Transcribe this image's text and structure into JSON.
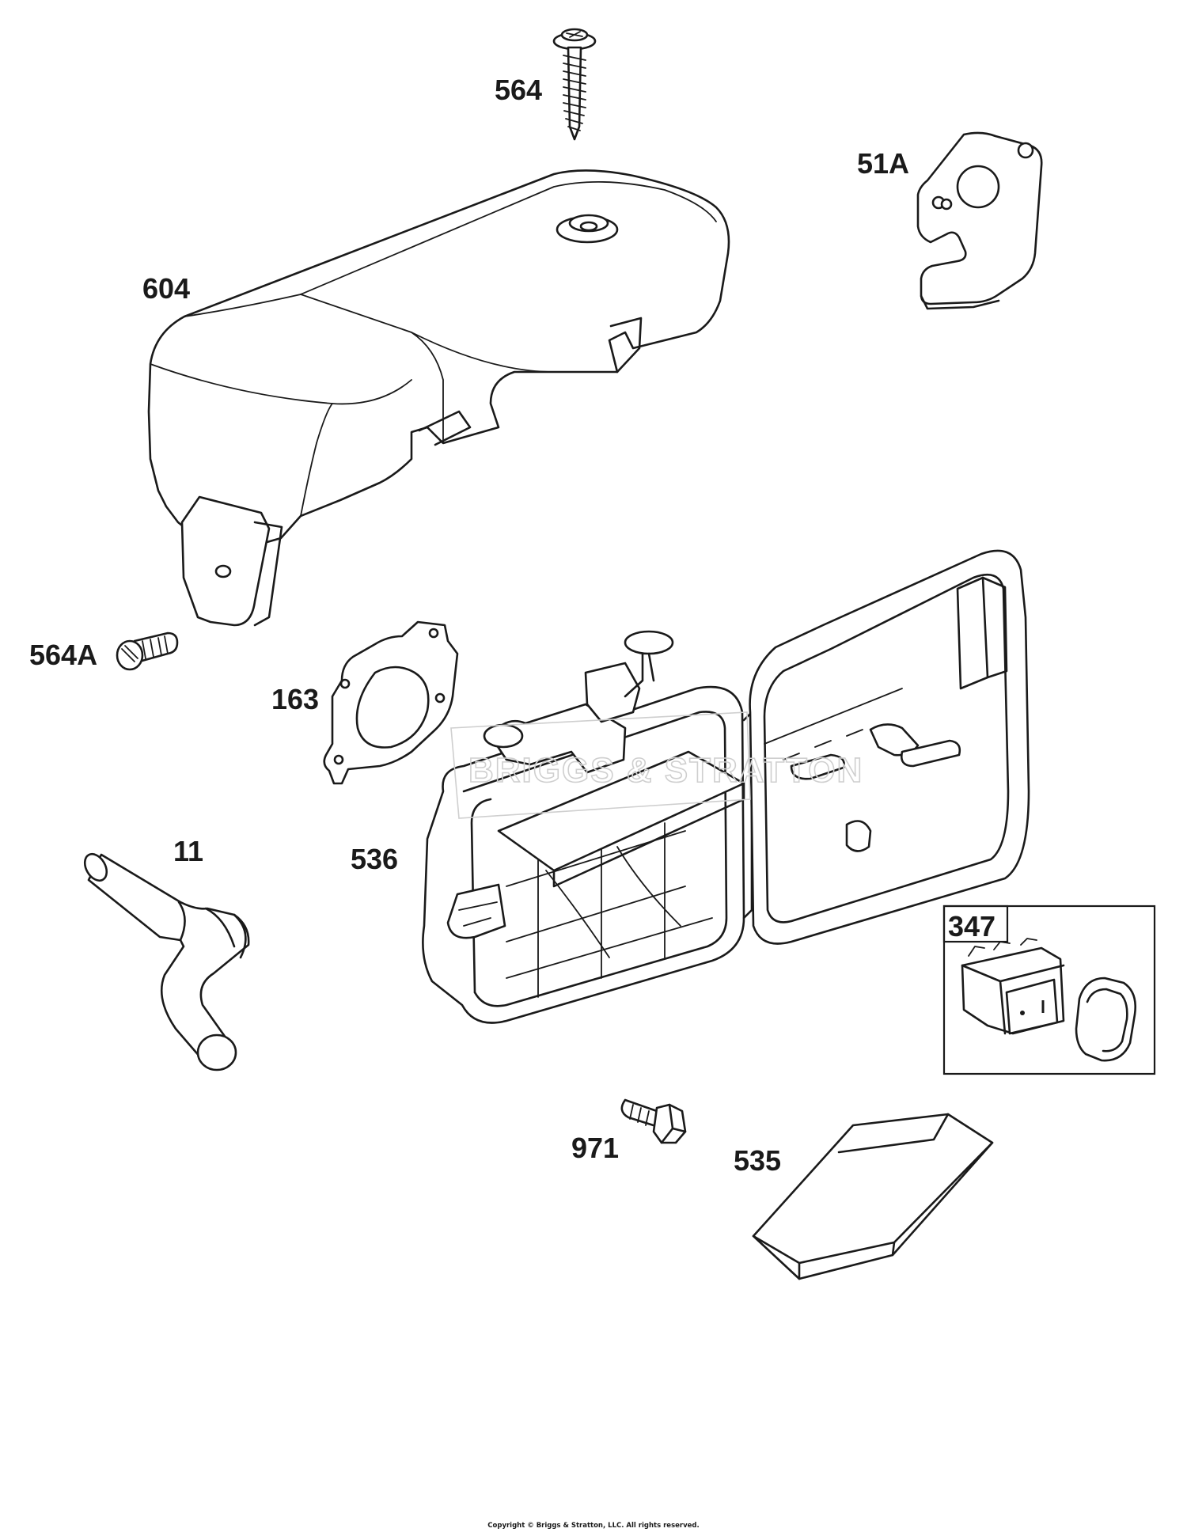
{
  "parts": [
    {
      "id": "564",
      "label": "564"
    },
    {
      "id": "51A",
      "label": "51A"
    },
    {
      "id": "604",
      "label": "604"
    },
    {
      "id": "564A",
      "label": "564A"
    },
    {
      "id": "163",
      "label": "163"
    },
    {
      "id": "11",
      "label": "11"
    },
    {
      "id": "536",
      "label": "536"
    },
    {
      "id": "347",
      "label": "347"
    },
    {
      "id": "971",
      "label": "971"
    },
    {
      "id": "535",
      "label": "535"
    }
  ],
  "watermark": {
    "text": "BRIGGS & STRATTON"
  },
  "copyright": "Copyright © Briggs & Stratton, LLC. All rights reserved.",
  "colors": {
    "line": "#1a1a1a",
    "background": "#ffffff",
    "watermark": "#cfcfcf"
  }
}
